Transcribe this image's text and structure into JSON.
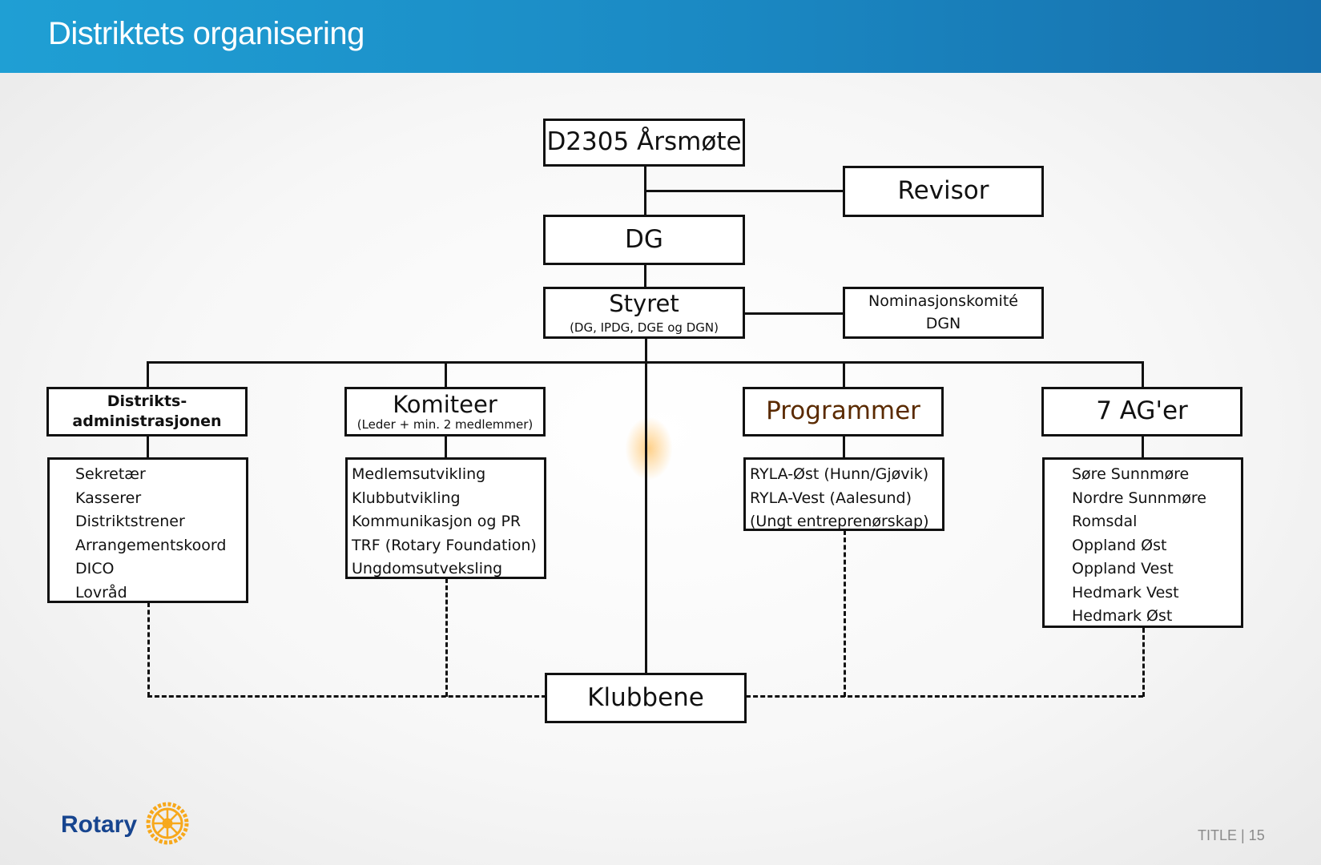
{
  "header": {
    "title": "Distriktets organisering"
  },
  "nodes": {
    "arsmote": "D2305 Årsmøte",
    "revisor": "Revisor",
    "dg": "DG",
    "styret_title": "Styret",
    "styret_sub": "(DG, IPDG, DGE og DGN)",
    "nominasjon_line1": "Nominasjonskomité",
    "nominasjon_line2": "DGN",
    "distrikts_line1": "Distrikts-",
    "distrikts_line2": "administrasjonen",
    "komiteer_title": "Komiteer",
    "komiteer_sub": "(Leder + min. 2 medlemmer)",
    "programmer": "Programmer",
    "ager": "7 AG'er",
    "klubbene": "Klubbene"
  },
  "lists": {
    "distrikts": [
      "Sekretær",
      "Kasserer",
      "Distriktstrener",
      "Arrangementskoord",
      "DICO",
      "Lovråd"
    ],
    "komiteer": [
      "Medlemsutvikling",
      "Klubbutvikling",
      "Kommunikasjon og PR",
      "TRF (Rotary Foundation)",
      "Ungdomsutveksling"
    ],
    "programmer": [
      "RYLA-Øst (Hunn/Gjøvik)",
      "RYLA-Vest (Aalesund)",
      "(Ungt entreprenørskap)"
    ],
    "ager": [
      "Søre Sunnmøre",
      "Nordre Sunnmøre",
      "Romsdal",
      "Oppland Øst",
      "Oppland Vest",
      "Hedmark Vest",
      "Hedmark Øst"
    ]
  },
  "logo": {
    "text": "Rotary",
    "icon": "rotary-wheel-icon",
    "color": "#17458f",
    "wheel_color": "#f7a81b"
  },
  "footer": {
    "text": "TITLE | 15"
  },
  "colors": {
    "header": "#1b8bc5",
    "programmer_text": "#5a2a00"
  }
}
